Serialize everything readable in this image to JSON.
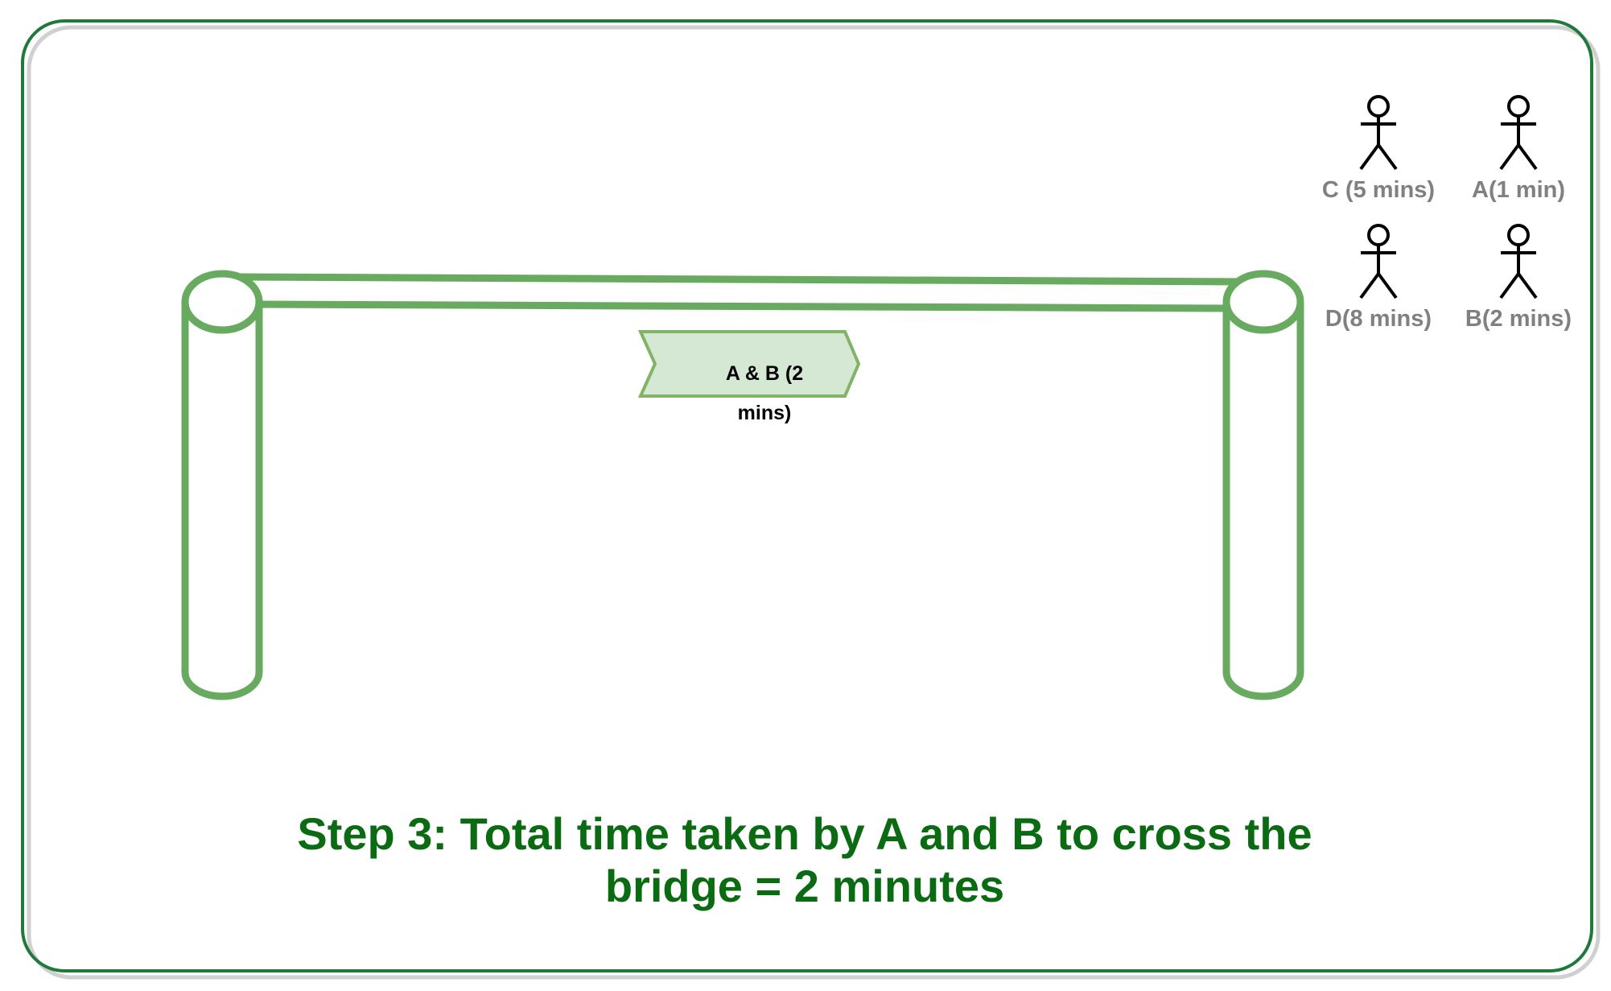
{
  "colors": {
    "frame_border": "#1f7a3a",
    "bridge_stroke": "#67aa60",
    "arrow_fill": "#d5e8d4",
    "arrow_stroke": "#82b366",
    "person_label": "#808080",
    "caption": "#0a6b12"
  },
  "people": [
    {
      "name": "C (5 mins)",
      "icon": "stick-figure-icon"
    },
    {
      "name": "A(1 min)",
      "icon": "stick-figure-icon"
    },
    {
      "name": "D(8 mins)",
      "icon": "stick-figure-icon"
    },
    {
      "name": "B(2 mins)",
      "icon": "stick-figure-icon"
    }
  ],
  "crossing": {
    "label": "A & B (2 mins)"
  },
  "caption": "Step 3: Total time taken by A and B to cross the bridge = 2 minutes"
}
